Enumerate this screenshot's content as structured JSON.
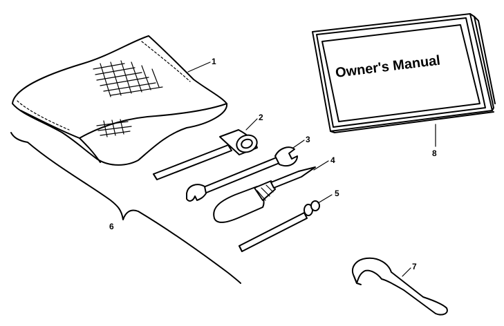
{
  "manual": {
    "title": "Owner's Manual"
  },
  "callouts": {
    "c1": "1",
    "c2": "2",
    "c3": "3",
    "c4": "4",
    "c5": "5",
    "c6": "6",
    "c7": "7",
    "c8": "8"
  }
}
